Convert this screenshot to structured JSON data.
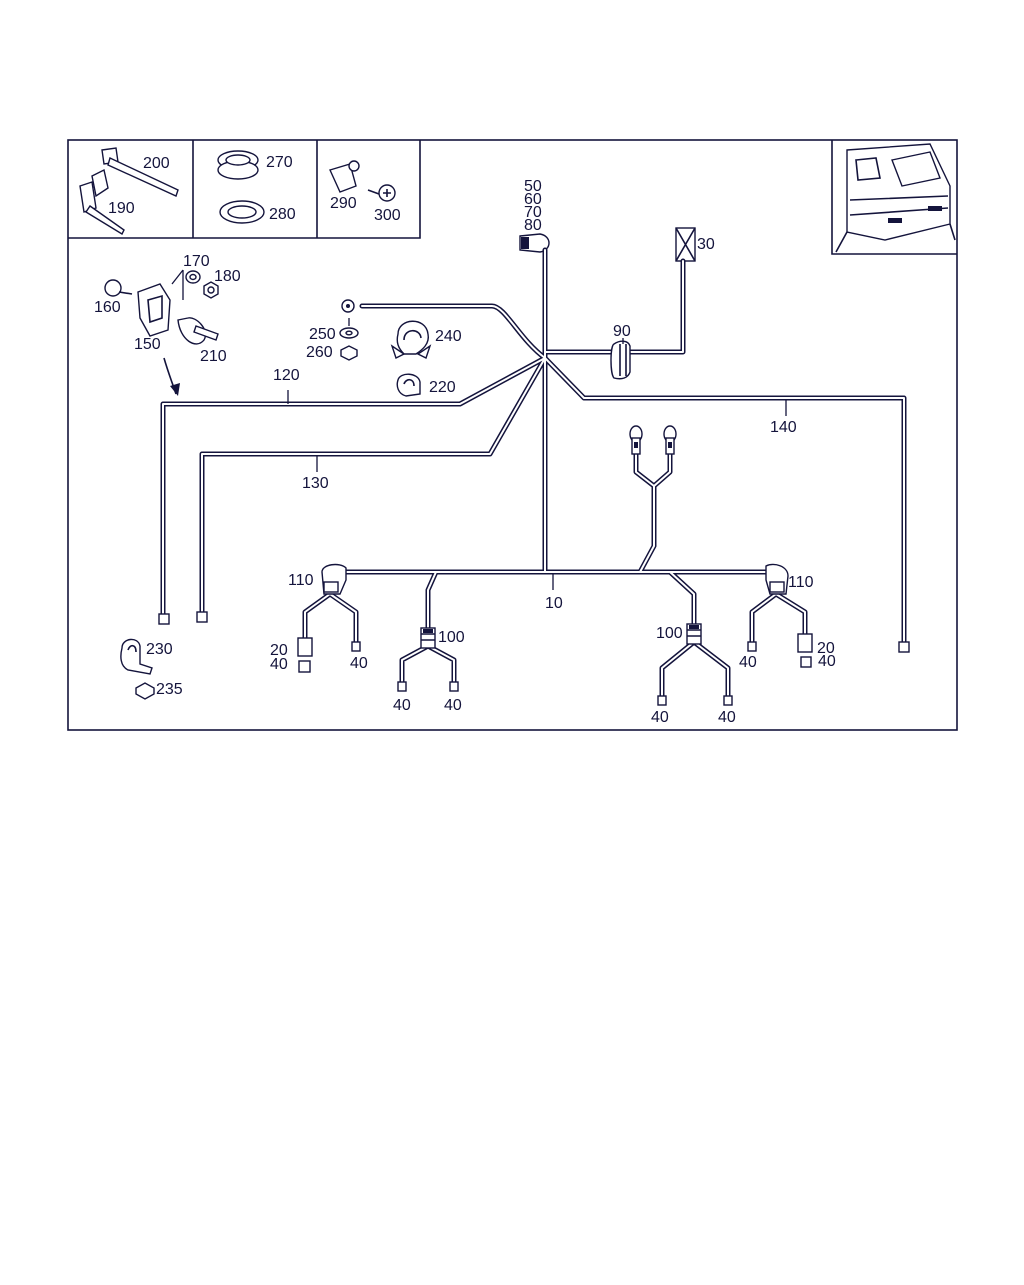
{
  "colors": {
    "ink": "#14143c",
    "background": "#ffffff"
  },
  "labels": {
    "p200": "200",
    "p190": "190",
    "p270": "270",
    "p280": "280",
    "p290": "290",
    "p300": "300",
    "p50": "50",
    "p60": "60",
    "p70": "70",
    "p80": "80",
    "p30": "30",
    "p170": "170",
    "p180": "180",
    "p160": "160",
    "p150": "150",
    "p210": "210",
    "p250": "250",
    "p260": "260",
    "p240": "240",
    "p220": "220",
    "p90": "90",
    "p120": "120",
    "p130": "130",
    "p140": "140",
    "p10": "10",
    "p110_left": "110",
    "p110_right": "110",
    "p100_left": "100",
    "p100_right": "100",
    "p20_left": "20",
    "p40_left_a": "40",
    "p40_left_b": "40",
    "p40_l1": "40",
    "p40_l2": "40",
    "p40_r1": "40",
    "p40_r2": "40",
    "p20_right": "20",
    "p40_right_a": "40",
    "p40_right_b": "40",
    "p230": "230",
    "p235": "235"
  },
  "icons": [
    "cable-tie-icon",
    "cable-strap-icon",
    "grommet-icon",
    "grommet-ring-icon",
    "clip-icon",
    "screw-icon",
    "connector-icon",
    "switch-icon",
    "washer-icon",
    "nut-icon",
    "holder-icon",
    "hose-clamp-icon",
    "wire-clip-icon",
    "bracket-icon",
    "lamp-holder-icon",
    "vehicle-rear-icon"
  ]
}
